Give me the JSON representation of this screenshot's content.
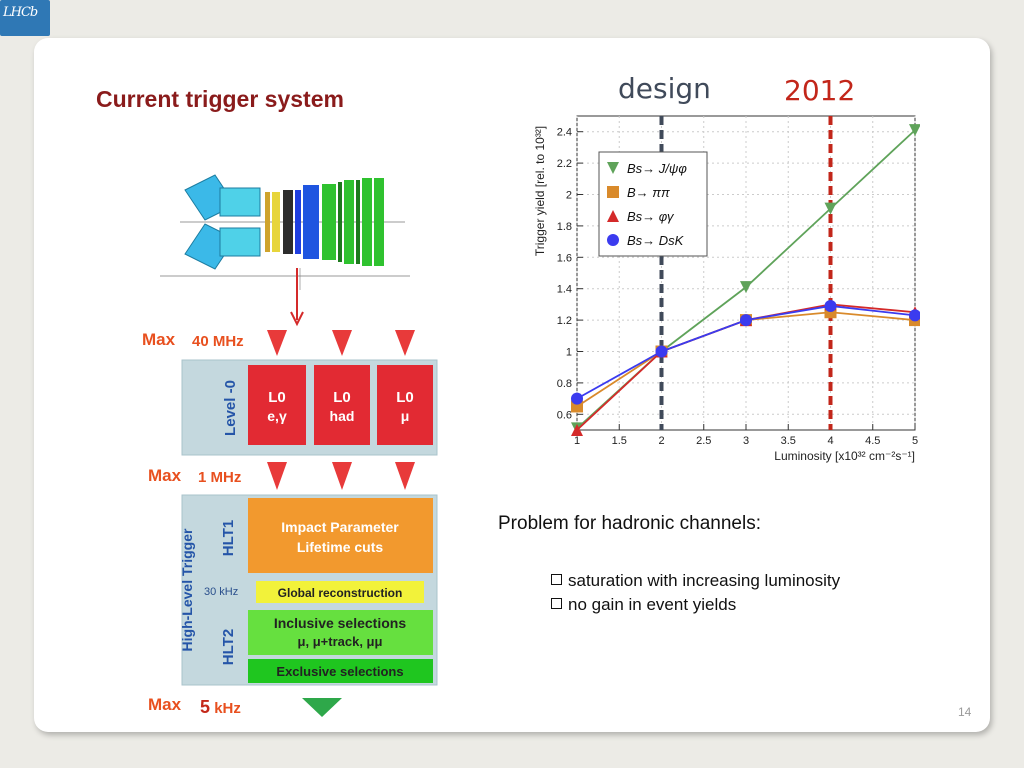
{
  "slide": {
    "logo_text": "LHCb",
    "title": "Current trigger system",
    "page_number": "14",
    "chart_header": {
      "design": "design",
      "year": "2012"
    },
    "problem_text": "Problem for hadronic channels:",
    "bullets": [
      "saturation with increasing luminosity",
      "no gain in event yields"
    ]
  },
  "trigger_diagram": {
    "rates": [
      {
        "max": "Max",
        "value": "40",
        "unit": "MHz"
      },
      {
        "max": "Max",
        "value": "1",
        "unit": "MHz"
      },
      {
        "max": "Max",
        "value": "5",
        "unit": "kHz"
      }
    ],
    "level0_label": "Level -0",
    "l0_boxes": [
      {
        "line1": "L0",
        "line2": "e,γ"
      },
      {
        "line1": "L0",
        "line2": "had"
      },
      {
        "line1": "L0",
        "line2": "μ"
      }
    ],
    "hlt_label": "High-Level Trigger",
    "hlt1_label": "HLT1",
    "hlt2_label": "HLT2",
    "hlt1_box": {
      "line1": "Impact Parameter",
      "line2": "Lifetime cuts"
    },
    "rate_30khz": "30 kHz",
    "global_reco": "Global reconstruction",
    "inclusive": {
      "line1": "Inclusive selections",
      "line2": "μ, μ+track, μμ"
    },
    "exclusive": "Exclusive selections"
  },
  "chart_data": {
    "type": "line",
    "xlabel": "Luminosity [x10³² cm⁻²s⁻¹]",
    "ylabel": "Trigger yield [rel. to 10³²]",
    "xlim": [
      1,
      5
    ],
    "ylim": [
      0.5,
      2.5
    ],
    "xticks": [
      "1",
      "1.5",
      "2",
      "2.5",
      "3",
      "3.5",
      "4",
      "4.5",
      "5"
    ],
    "yticks": [
      "0.6",
      "0.8",
      "1",
      "1.2",
      "1.4",
      "1.6",
      "1.8",
      "2",
      "2.2",
      "2.4"
    ],
    "grid": true,
    "legend_position": "top-left",
    "x": [
      1,
      2,
      3,
      4,
      5
    ],
    "series": [
      {
        "name": "Bs→ J/ψφ",
        "marker": "triangle-down",
        "color": "#5fa35a",
        "values": [
          0.51,
          1.0,
          1.41,
          1.91,
          2.41
        ]
      },
      {
        "name": "B→ ππ",
        "marker": "square",
        "color": "#d98a2b",
        "values": [
          0.65,
          1.0,
          1.2,
          1.25,
          1.2
        ]
      },
      {
        "name": "Bs→ φγ",
        "marker": "triangle-up",
        "color": "#d42a2a",
        "values": [
          0.5,
          1.0,
          1.2,
          1.3,
          1.25
        ]
      },
      {
        "name": "Bs→ DsK",
        "marker": "circle",
        "color": "#3b3bef",
        "values": [
          0.7,
          1.0,
          1.2,
          1.29,
          1.23
        ]
      }
    ],
    "vlines": [
      {
        "x": 2,
        "label": "design",
        "color": "#404a5a"
      },
      {
        "x": 4,
        "label": "2012",
        "color": "#c2261a"
      }
    ]
  }
}
